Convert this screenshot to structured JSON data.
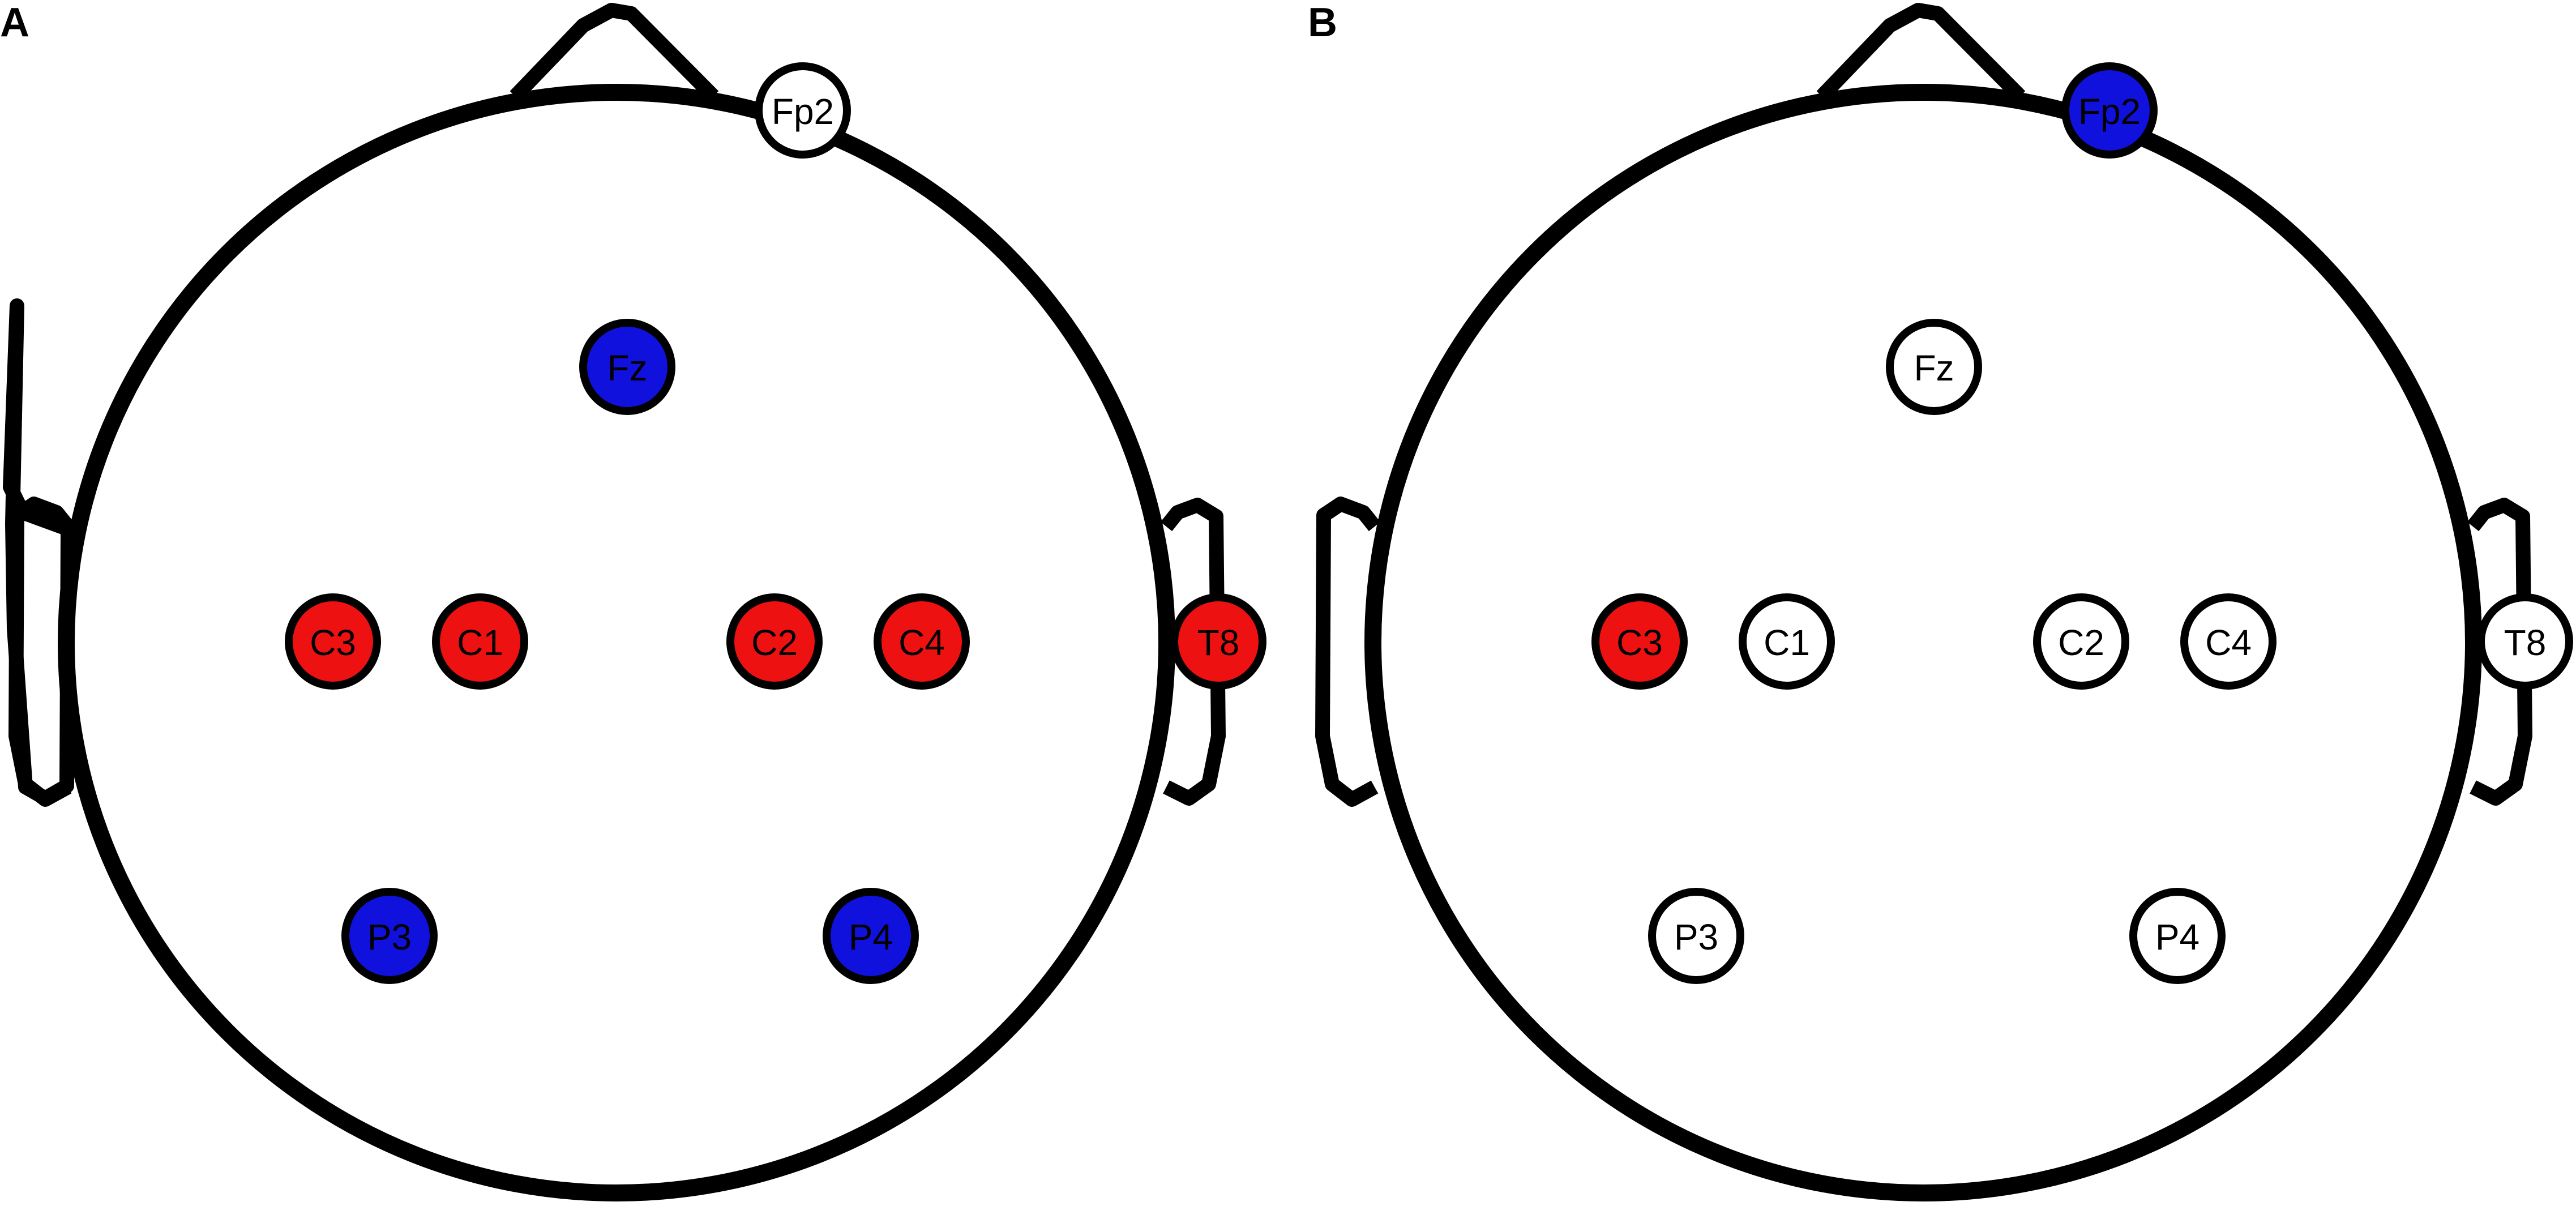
{
  "colors": {
    "active_red": "#ee1111",
    "active_blue": "#1111dd",
    "inactive": "#ffffff",
    "outline": "#000000"
  },
  "panels": [
    {
      "label": "A",
      "electrodes": [
        {
          "name": "Fp2",
          "state": "inactive"
        },
        {
          "name": "Fz",
          "state": "blue"
        },
        {
          "name": "C3",
          "state": "red"
        },
        {
          "name": "C1",
          "state": "red"
        },
        {
          "name": "C2",
          "state": "red"
        },
        {
          "name": "C4",
          "state": "red"
        },
        {
          "name": "T8",
          "state": "red"
        },
        {
          "name": "P3",
          "state": "blue"
        },
        {
          "name": "P4",
          "state": "blue"
        }
      ]
    },
    {
      "label": "B",
      "electrodes": [
        {
          "name": "Fp2",
          "state": "blue"
        },
        {
          "name": "Fz",
          "state": "inactive"
        },
        {
          "name": "C3",
          "state": "red"
        },
        {
          "name": "C1",
          "state": "inactive"
        },
        {
          "name": "C2",
          "state": "inactive"
        },
        {
          "name": "C4",
          "state": "inactive"
        },
        {
          "name": "T8",
          "state": "inactive"
        },
        {
          "name": "P3",
          "state": "inactive"
        },
        {
          "name": "P4",
          "state": "inactive"
        }
      ]
    }
  ]
}
